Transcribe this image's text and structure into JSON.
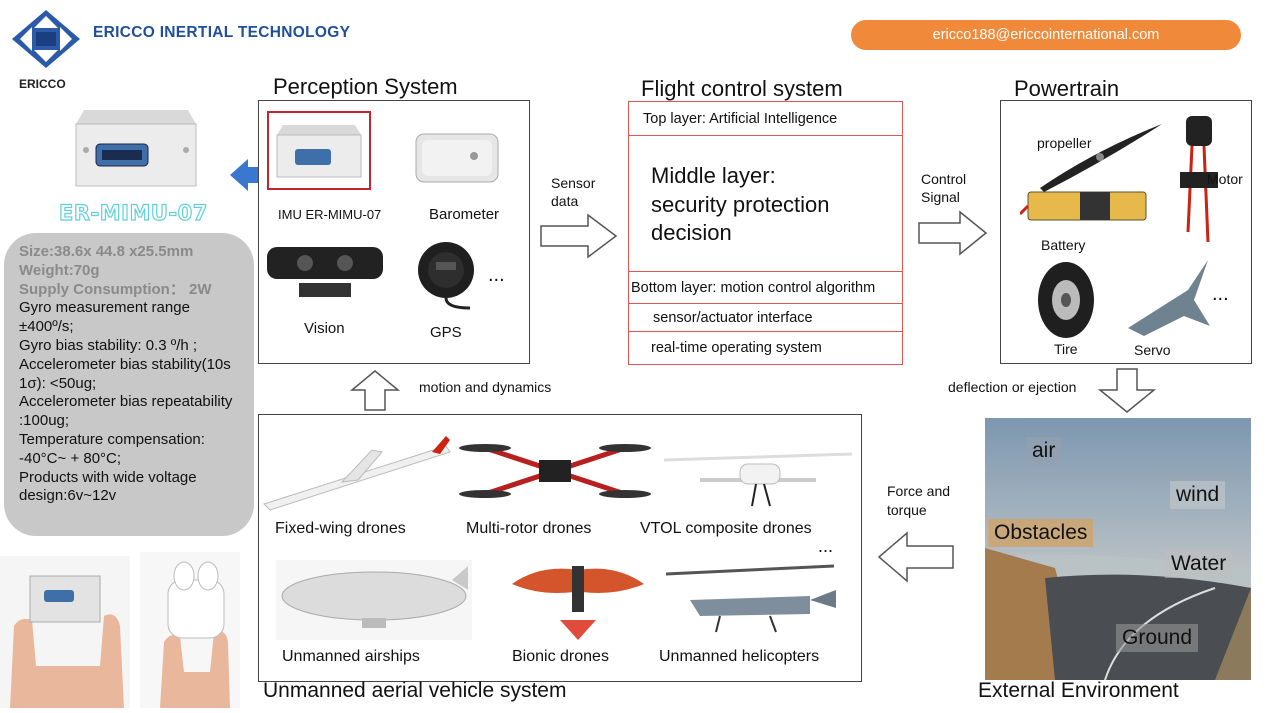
{
  "brand": {
    "company": "ERICCO INERTIAL TECHNOLOGY",
    "logo_text": "ERICCO",
    "email": "ericco188@ericcointernational.com"
  },
  "product": {
    "name": "ER-MIMU-07",
    "specs": [
      {
        "label": "Size",
        "value": ":38.6x 44.8 x25.5mm",
        "highlight": true
      },
      {
        "label": "Weight",
        "value": ":70g",
        "highlight": true
      },
      {
        "label": "Supply Consumption",
        "value": "：  2W",
        "highlight": true
      },
      {
        "label": "",
        "value": "Gyro measurement range ±400º/s;",
        "highlight": false
      },
      {
        "label": "",
        "value": "Gyro bias stability: 0.3 º/h ;",
        "highlight": false
      },
      {
        "label": "",
        "value": "Accelerometer bias stability(10s 1σ): <50ug;",
        "highlight": false
      },
      {
        "label": "",
        "value": "Accelerometer bias repeatability :100ug;",
        "highlight": false
      },
      {
        "label": "",
        "value": "Temperature compensation: -40°C~ + 80°C;",
        "highlight": false
      },
      {
        "label": "",
        "value": "Products with wide voltage design:6v~12v",
        "highlight": false
      }
    ]
  },
  "perception": {
    "title": "Perception System",
    "items": [
      "IMU ER-MIMU-07",
      "Barometer",
      "Vision",
      "GPS"
    ],
    "more": "..."
  },
  "flight_control": {
    "title": "Flight control system",
    "top": "Top layer: Artificial Intelligence",
    "middle": "Middle layer:\nsecurity protection\ndecision",
    "bottom": "Bottom layer: motion control algorithm",
    "interface": "sensor/actuator interface",
    "os": "real-time operating system"
  },
  "powertrain": {
    "title": "Powertrain",
    "items": [
      "propeller",
      "Motor",
      "Battery",
      "Tire",
      "Servo"
    ],
    "more": "..."
  },
  "uav": {
    "title": "Unmanned aerial vehicle system",
    "items": [
      "Fixed-wing drones",
      "Multi-rotor drones",
      "VTOL composite drones",
      "Unmanned airships",
      "Bionic drones",
      "Unmanned helicopters"
    ],
    "more": "..."
  },
  "environment": {
    "title": "External Environment",
    "items": [
      "air",
      "wind",
      "Obstacles",
      "Water",
      "Ground"
    ]
  },
  "flows": {
    "sensor_data": "Sensor\ndata",
    "control_signal": "Control\nSignal",
    "deflection": "deflection or ejection",
    "force_torque": "Force and\ntorque",
    "motion": "motion and dynamics"
  },
  "colors": {
    "brand_blue": "#1f4e9a",
    "email_orange": "#f08a3a",
    "fc_red": "#e05555",
    "spec_panel": "#c8c8c8",
    "product_cyan": "#5fd0d8"
  }
}
